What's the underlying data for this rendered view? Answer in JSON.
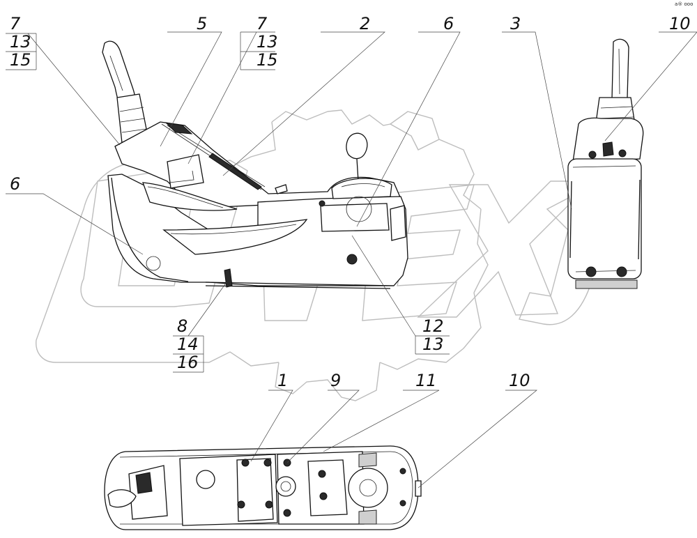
{
  "watermark": {
    "brand": "OPEX",
    "corner_mark": "a® ooo"
  },
  "callouts": {
    "c7a": "7",
    "c13a": "13",
    "c15a": "15",
    "c5": "5",
    "c7b": "7",
    "c13b": "13",
    "c15b": "15",
    "c2": "2",
    "c6a": "6",
    "c3": "3",
    "c10a": "10",
    "c6b": "6",
    "c8": "8",
    "c14": "14",
    "c16": "16",
    "c12": "12",
    "c13c": "13",
    "c1": "1",
    "c9": "9",
    "c11": "11",
    "c10b": "10"
  }
}
